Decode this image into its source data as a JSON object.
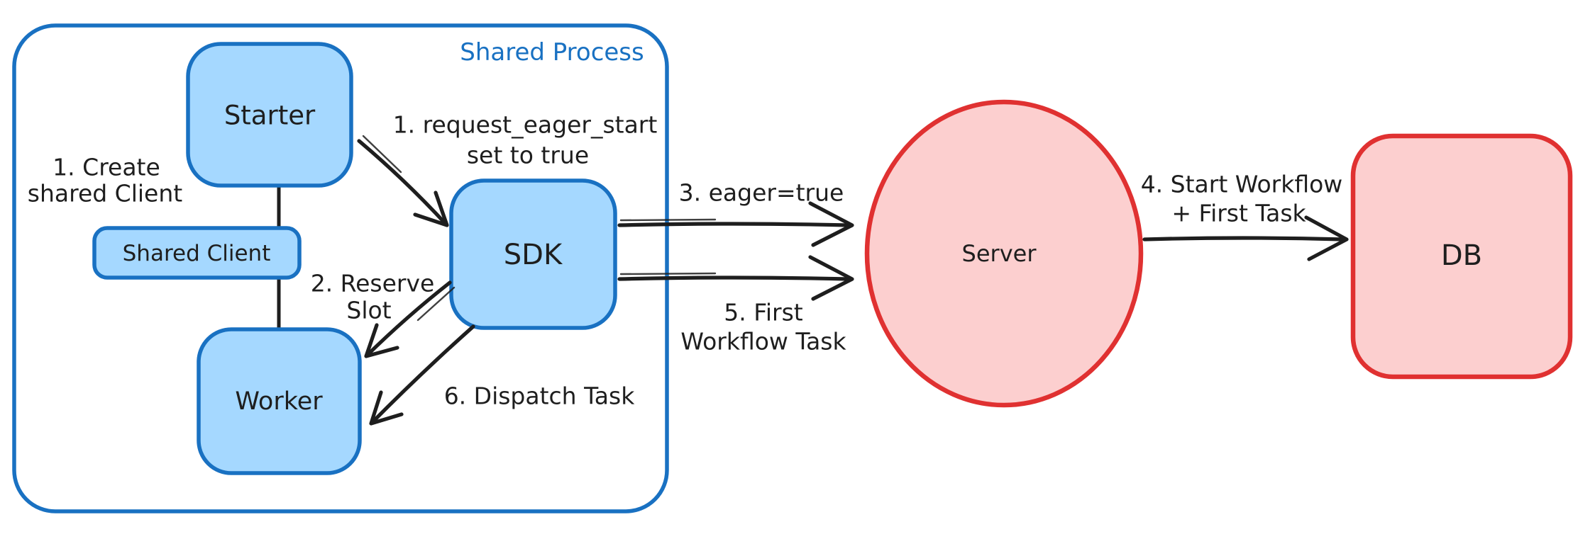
{
  "diagram": {
    "title_hint": "Eager workflow start architecture sketch",
    "container": {
      "label": "Shared Process"
    },
    "nodes": {
      "starter": {
        "label": "Starter"
      },
      "shared_client": {
        "label": "Shared Client"
      },
      "worker": {
        "label": "Worker"
      },
      "sdk": {
        "label": "SDK"
      },
      "server": {
        "label": "Server"
      },
      "db": {
        "label": "DB"
      }
    },
    "annotations": {
      "create_client": {
        "line1": "1. Create",
        "line2": "shared Client"
      },
      "request_eager_start": {
        "line1": "1. request_eager_start",
        "line2": "set to true"
      },
      "reserve_slot": {
        "line1": "2. Reserve",
        "line2": "Slot"
      },
      "dispatch_task": {
        "label": "6. Dispatch Task"
      },
      "eager_true": {
        "label": "3. eager=true"
      },
      "first_workflow_task": {
        "line1": "5. First",
        "line2": "Workflow Task"
      },
      "start_workflow": {
        "line1": "4. Start Workflow",
        "line2": "+ First Task"
      }
    },
    "edges": [
      {
        "from": "starter",
        "to": "shared_client_and_worker",
        "style": "plain-line"
      },
      {
        "from": "starter",
        "to": "sdk",
        "annotation": "request_eager_start"
      },
      {
        "from": "sdk",
        "to": "worker",
        "annotation": "reserve_slot"
      },
      {
        "from": "sdk",
        "to": "worker",
        "annotation": "dispatch_task"
      },
      {
        "from": "sdk",
        "to": "server",
        "annotation": "eager_true"
      },
      {
        "from": "sdk",
        "to": "server",
        "annotation": "first_workflow_task"
      },
      {
        "from": "server",
        "to": "db",
        "annotation": "start_workflow"
      }
    ],
    "colors": {
      "blue_fill": "#a5d8ff",
      "blue_stroke": "#1971c2",
      "red_fill": "#fccfcf",
      "red_stroke": "#e03131",
      "ink": "#1e1e1e",
      "background": "#ffffff"
    }
  }
}
